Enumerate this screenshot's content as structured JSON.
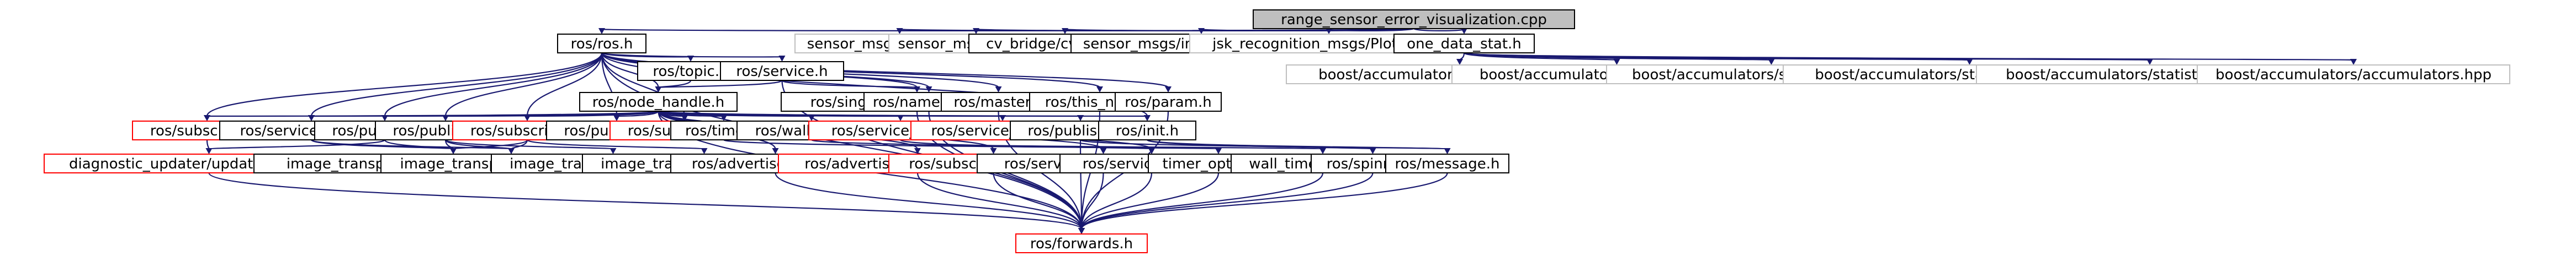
{
  "graph": {
    "colors": {
      "root_fill": "#bfbfbf",
      "node_fill": "#ffffff",
      "node_border": "#000000",
      "missing_border": "#ff0000",
      "missing_text": "#000000",
      "external_border": "#bfbfbf",
      "external_text": "#000000",
      "edge": "#191970",
      "background": "#ffffff"
    },
    "nodes": [
      {
        "id": "root",
        "label": "range_sensor_error_visualization.cpp",
        "style": "root"
      },
      {
        "id": "ros_h",
        "label": "ros/ros.h",
        "style": "normal"
      },
      {
        "id": "laserscan",
        "label": "sensor_msgs/LaserScan.h",
        "style": "external"
      },
      {
        "id": "image_msg",
        "label": "sensor_msgs/Image.h",
        "style": "external"
      },
      {
        "id": "cv_bridge",
        "label": "cv_bridge/cv_bridge.h",
        "style": "normal"
      },
      {
        "id": "image_enc",
        "label": "sensor_msgs/image_encodings.h",
        "style": "normal"
      },
      {
        "id": "plot_data",
        "label": "jsk_recognition_msgs/PlotData.h",
        "style": "external"
      },
      {
        "id": "one_data_stat",
        "label": "one_data_stat.h",
        "style": "normal"
      },
      {
        "id": "topic_h",
        "label": "ros/topic.h",
        "style": "normal"
      },
      {
        "id": "service_h",
        "label": "ros/service.h",
        "style": "normal"
      },
      {
        "id": "stats_hpp",
        "label": "boost/accumulators/statistics/stats.hpp",
        "style": "external"
      },
      {
        "id": "min_hpp",
        "label": "boost/accumulators/statistics/min.hpp",
        "style": "external"
      },
      {
        "id": "max_hpp",
        "label": "boost/accumulators/statistics/max.hpp",
        "style": "external"
      },
      {
        "id": "variance_hpp",
        "label": "boost/accumulators/statistics/variance.hpp",
        "style": "external"
      },
      {
        "id": "count_hpp",
        "label": "boost/accumulators/statistics/count.hpp",
        "style": "external"
      },
      {
        "id": "accum_hpp",
        "label": "boost/accumulators/accumulators.hpp",
        "style": "external"
      },
      {
        "id": "node_handle",
        "label": "ros/node_handle.h",
        "style": "normal"
      },
      {
        "id": "single_sub_pub",
        "label": "ros/single_subscriber_publisher.h",
        "style": "normal"
      },
      {
        "id": "names_h",
        "label": "ros/names.h",
        "style": "normal"
      },
      {
        "id": "master_h",
        "label": "ros/master.h",
        "style": "normal"
      },
      {
        "id": "this_node",
        "label": "ros/this_node.h",
        "style": "normal"
      },
      {
        "id": "param_h",
        "label": "ros/param.h",
        "style": "normal"
      },
      {
        "id": "subscriber_r1",
        "label": "ros/subscriber.h",
        "style": "missing"
      },
      {
        "id": "service_server_1",
        "label": "ros/service_server.h",
        "style": "normal"
      },
      {
        "id": "publisher_1",
        "label": "ros/publisher.h",
        "style": "normal"
      },
      {
        "id": "publisher_2",
        "label": "ros/publisher.h",
        "style": "normal"
      },
      {
        "id": "subscriber_r2",
        "label": "ros/subscriber.h",
        "style": "missing"
      },
      {
        "id": "publisher_3",
        "label": "ros/publisher.h",
        "style": "normal"
      },
      {
        "id": "subscriber_r3",
        "label": "ros/subscriber.h",
        "style": "missing"
      },
      {
        "id": "timer_h",
        "label": "ros/timer.h",
        "style": "normal"
      },
      {
        "id": "wall_timer",
        "label": "ros/wall_timer.h",
        "style": "normal"
      },
      {
        "id": "service_client_r",
        "label": "ros/service_client.h",
        "style": "missing"
      },
      {
        "id": "service_server_r",
        "label": "ros/service_server.h",
        "style": "missing"
      },
      {
        "id": "publisher_4",
        "label": "ros/publisher.h",
        "style": "normal"
      },
      {
        "id": "init_h",
        "label": "ros/init.h",
        "style": "normal"
      },
      {
        "id": "diag_update",
        "label": "diagnostic_updater/update_functions.h",
        "style": "missing"
      },
      {
        "id": "it_single_sub",
        "label": "image_transport/single_subscriber_publisher.h",
        "style": "normal"
      },
      {
        "id": "it_loader",
        "label": "image_transport/loader_fwds.h",
        "style": "normal"
      },
      {
        "id": "it_exception_1",
        "label": "image_transport/exception.h",
        "style": "normal"
      },
      {
        "id": "it_exception_2",
        "label": "image_transport/exception.h",
        "style": "normal"
      },
      {
        "id": "advertise_opts",
        "label": "ros/advertise_options.h",
        "style": "normal"
      },
      {
        "id": "adv_service_opts",
        "label": "ros/advertise_service_options.h",
        "style": "missing"
      },
      {
        "id": "subscribe_opts",
        "label": "ros/subscribe_options.h",
        "style": "missing"
      },
      {
        "id": "service_client_opts",
        "label": "ros/service_client_options.h",
        "style": "normal"
      },
      {
        "id": "service_client",
        "label": "ros/service_client.h",
        "style": "normal"
      },
      {
        "id": "timer_opts",
        "label": "timer_options.h",
        "style": "normal"
      },
      {
        "id": "wall_timer_opts",
        "label": "wall_timer_options.h",
        "style": "normal"
      },
      {
        "id": "spinner_h",
        "label": "ros/spinner.h",
        "style": "normal"
      },
      {
        "id": "message_h",
        "label": "ros/message.h",
        "style": "normal"
      },
      {
        "id": "forwards_h",
        "label": "ros/forwards.h",
        "style": "missing"
      }
    ],
    "edges": [
      [
        "root",
        "ros_h"
      ],
      [
        "root",
        "laserscan"
      ],
      [
        "root",
        "image_msg"
      ],
      [
        "root",
        "cv_bridge"
      ],
      [
        "root",
        "image_enc"
      ],
      [
        "root",
        "plot_data"
      ],
      [
        "root",
        "one_data_stat"
      ],
      [
        "one_data_stat",
        "stats_hpp"
      ],
      [
        "one_data_stat",
        "min_hpp"
      ],
      [
        "one_data_stat",
        "max_hpp"
      ],
      [
        "one_data_stat",
        "variance_hpp"
      ],
      [
        "one_data_stat",
        "count_hpp"
      ],
      [
        "one_data_stat",
        "accum_hpp"
      ],
      [
        "ros_h",
        "topic_h"
      ],
      [
        "ros_h",
        "service_h"
      ],
      [
        "ros_h",
        "node_handle"
      ],
      [
        "ros_h",
        "single_sub_pub"
      ],
      [
        "ros_h",
        "names_h"
      ],
      [
        "ros_h",
        "master_h"
      ],
      [
        "ros_h",
        "this_node"
      ],
      [
        "ros_h",
        "param_h"
      ],
      [
        "ros_h",
        "subscriber_r1"
      ],
      [
        "ros_h",
        "service_server_1"
      ],
      [
        "ros_h",
        "publisher_1"
      ],
      [
        "ros_h",
        "publisher_2"
      ],
      [
        "ros_h",
        "subscriber_r2"
      ],
      [
        "ros_h",
        "publisher_3"
      ],
      [
        "ros_h",
        "subscriber_r3"
      ],
      [
        "ros_h",
        "init_h"
      ],
      [
        "ros_h",
        "forwards_h"
      ],
      [
        "topic_h",
        "node_handle"
      ],
      [
        "service_h",
        "node_handle"
      ],
      [
        "service_h",
        "names_h"
      ],
      [
        "service_h",
        "forwards_h"
      ],
      [
        "node_handle",
        "subscriber_r1"
      ],
      [
        "node_handle",
        "service_server_1"
      ],
      [
        "node_handle",
        "publisher_1"
      ],
      [
        "node_handle",
        "publisher_2"
      ],
      [
        "node_handle",
        "subscriber_r2"
      ],
      [
        "node_handle",
        "publisher_3"
      ],
      [
        "node_handle",
        "subscriber_r3"
      ],
      [
        "node_handle",
        "timer_h"
      ],
      [
        "node_handle",
        "wall_timer"
      ],
      [
        "node_handle",
        "service_client_r"
      ],
      [
        "node_handle",
        "service_server_r"
      ],
      [
        "node_handle",
        "publisher_4"
      ],
      [
        "node_handle",
        "init_h"
      ],
      [
        "node_handle",
        "advertise_opts"
      ],
      [
        "node_handle",
        "adv_service_opts"
      ],
      [
        "node_handle",
        "subscribe_opts"
      ],
      [
        "node_handle",
        "service_client_opts"
      ],
      [
        "node_handle",
        "service_client"
      ],
      [
        "node_handle",
        "forwards_h"
      ],
      [
        "timer_h",
        "timer_opts"
      ],
      [
        "wall_timer",
        "wall_timer_opts"
      ],
      [
        "publisher_2",
        "it_single_sub"
      ],
      [
        "publisher_2",
        "it_loader"
      ],
      [
        "publisher_2",
        "it_exception_1"
      ],
      [
        "subscriber_r2",
        "it_single_sub"
      ],
      [
        "subscriber_r2",
        "it_loader"
      ],
      [
        "subscriber_r2",
        "it_exception_2"
      ],
      [
        "publisher_1",
        "it_single_sub"
      ],
      [
        "publisher_1",
        "diag_update"
      ],
      [
        "service_server_1",
        "it_single_sub"
      ],
      [
        "service_server_1",
        "it_loader"
      ],
      [
        "subscriber_r1",
        "diag_update"
      ],
      [
        "init_h",
        "spinner_h"
      ],
      [
        "init_h",
        "message_h"
      ],
      [
        "publisher_4",
        "message_h"
      ],
      [
        "publisher_4",
        "forwards_h"
      ],
      [
        "message_h",
        "forwards_h"
      ],
      [
        "single_sub_pub",
        "forwards_h"
      ],
      [
        "names_h",
        "forwards_h"
      ],
      [
        "master_h",
        "forwards_h"
      ],
      [
        "this_node",
        "forwards_h"
      ],
      [
        "param_h",
        "forwards_h"
      ],
      [
        "advertise_opts",
        "forwards_h"
      ],
      [
        "adv_service_opts",
        "forwards_h"
      ],
      [
        "subscribe_opts",
        "forwards_h"
      ],
      [
        "service_client_opts",
        "forwards_h"
      ],
      [
        "service_client",
        "forwards_h"
      ],
      [
        "timer_opts",
        "forwards_h"
      ],
      [
        "wall_timer_opts",
        "forwards_h"
      ],
      [
        "spinner_h",
        "forwards_h"
      ],
      [
        "diag_update",
        "forwards_h"
      ],
      [
        "service_client_r",
        "service_client"
      ]
    ]
  }
}
